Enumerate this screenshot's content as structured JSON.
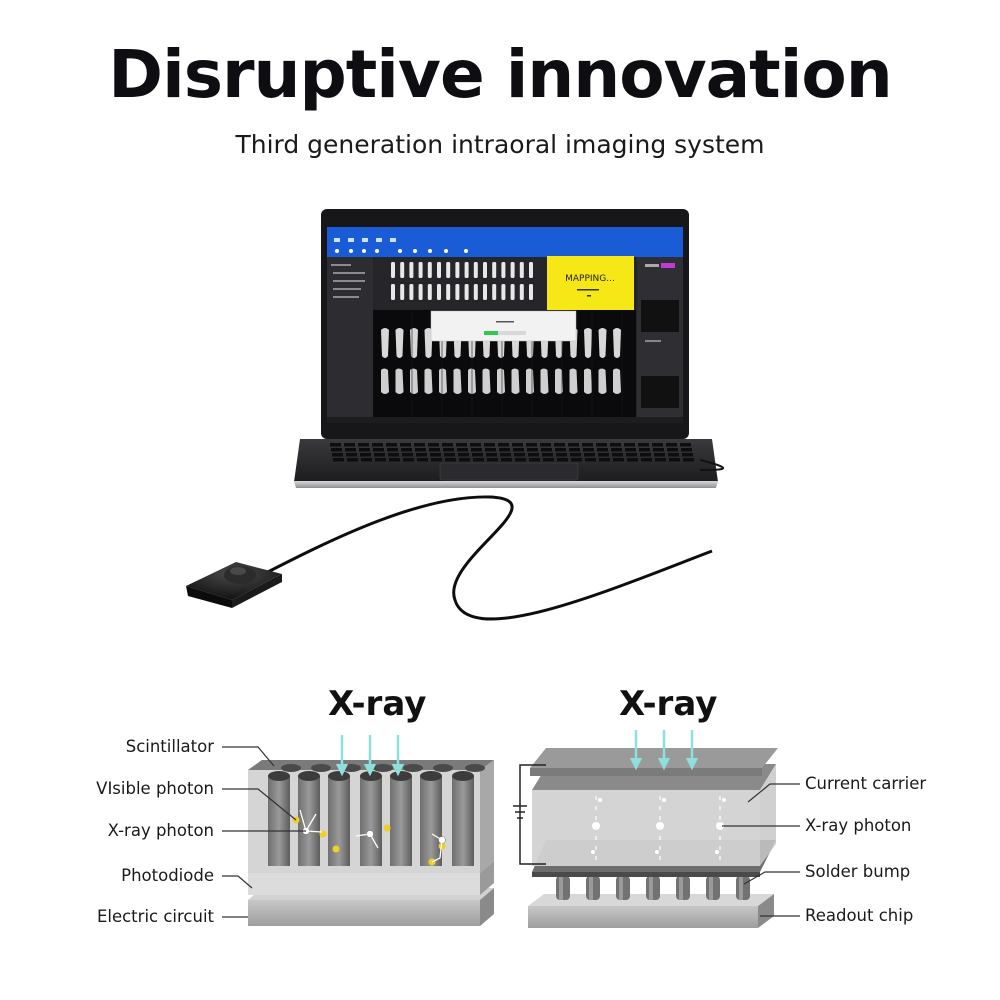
{
  "header": {
    "title": "Disruptive innovation",
    "subtitle": "Third generation intraoral imaging system"
  },
  "laptop_screen": {
    "mapping_text": "MAPPING..."
  },
  "left_diagram": {
    "heading": "X-ray",
    "labels": [
      "Scintillator",
      "VIsible photon",
      "X-ray photon",
      "Photodiode",
      "Electric circuit"
    ]
  },
  "right_diagram": {
    "heading": "X-ray",
    "labels": [
      "Current carrier",
      "X-ray photon",
      "Solder bump",
      "Readout chip"
    ]
  },
  "colors": {
    "screen_toolbar": "#1a5bd6",
    "mapping_panel": "#f5e816",
    "arrow": "#8de0dc",
    "photon_dot": "#f0d020"
  }
}
